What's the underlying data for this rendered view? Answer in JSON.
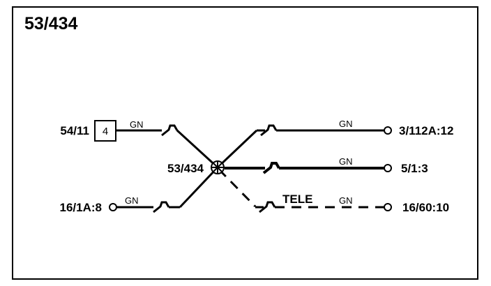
{
  "title": "53/434",
  "splice_label": "53/434",
  "connector_box": "4",
  "connections": {
    "left_top": {
      "terminal": "54/11",
      "wire_color": "GN"
    },
    "left_bottom": {
      "terminal": "16/1A:8",
      "wire_color": "GN"
    },
    "right_top": {
      "terminal": "3/112A:12",
      "wire_color": "GN"
    },
    "right_middle": {
      "terminal": "5/1:3",
      "wire_color": "GN"
    },
    "right_bottom": {
      "terminal": "16/60:10",
      "wire_color": "GN",
      "option_label": "TELE"
    }
  }
}
